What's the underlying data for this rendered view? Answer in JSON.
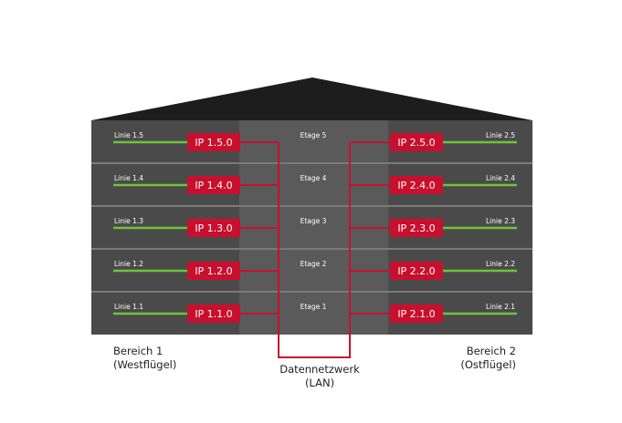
{
  "colors": {
    "roof": "#1d1d1d",
    "wing": "#4a4a4a",
    "center": "#5a5a5a",
    "divider": "#7a7a7a",
    "line": "#6ec43a",
    "ip": "#c8102e",
    "text_light": "#ffffff",
    "text_dark": "#222222"
  },
  "floors": [
    {
      "etage": "Etage 5",
      "left_line": "Linie 1.5",
      "left_ip": "IP 1.5.0",
      "right_ip": "IP 2.5.0",
      "right_line": "Linie 2.5"
    },
    {
      "etage": "Etage 4",
      "left_line": "Linie 1.4",
      "left_ip": "IP 1.4.0",
      "right_ip": "IP 2.4.0",
      "right_line": "Linie 2.4"
    },
    {
      "etage": "Etage 3",
      "left_line": "Linie 1.3",
      "left_ip": "IP 1.3.0",
      "right_ip": "IP 2.3.0",
      "right_line": "Linie 2.3"
    },
    {
      "etage": "Etage 2",
      "left_line": "Linie 1.2",
      "left_ip": "IP 1.2.0",
      "right_ip": "IP 2.2.0",
      "right_line": "Linie 2.2"
    },
    {
      "etage": "Etage 1",
      "left_line": "Linie 1.1",
      "left_ip": "IP 1.1.0",
      "right_ip": "IP 2.1.0",
      "right_line": "Linie 2.1"
    }
  ],
  "areas": {
    "west_title": "Bereich 1",
    "west_sub": "(Westflügel)",
    "east_title": "Bereich 2",
    "east_sub": "(Ostflügel)"
  },
  "lan": {
    "title": "Datennetzwerk",
    "sub": "(LAN)"
  }
}
